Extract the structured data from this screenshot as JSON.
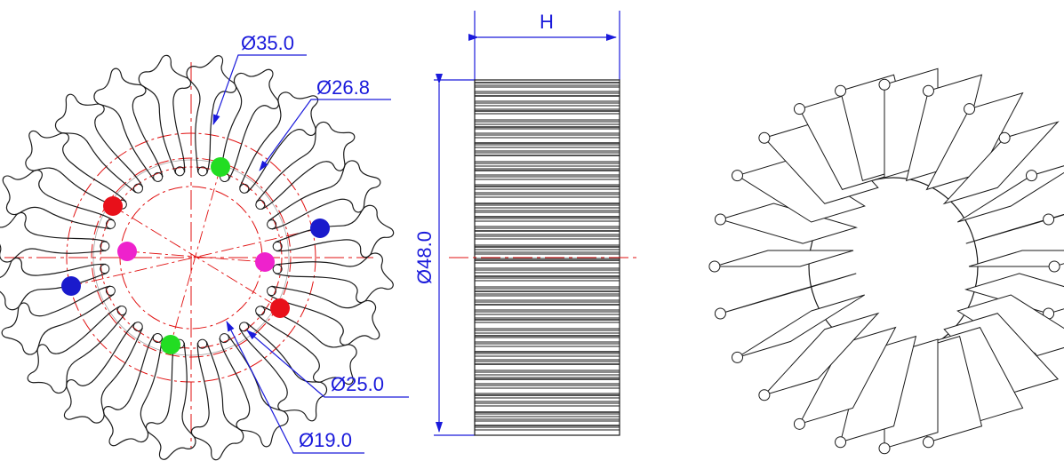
{
  "labels": {
    "height": "H",
    "outer_diameter": "Ø48.0",
    "d35": "Ø35.0",
    "d268": "Ø26.8",
    "d25": "Ø25.0",
    "d19": "Ø19.0"
  },
  "colors": {
    "outline": "#1a1a1a",
    "centerline": "#e01010",
    "dimension": "#1a1adb",
    "marker_red": "#e8101a",
    "marker_green": "#22dd22",
    "marker_blue": "#1a1acc",
    "marker_magenta": "#ee22cc"
  },
  "markers": {
    "pairs": [
      "red",
      "green",
      "blue",
      "magenta"
    ]
  },
  "fin_count": 24
}
